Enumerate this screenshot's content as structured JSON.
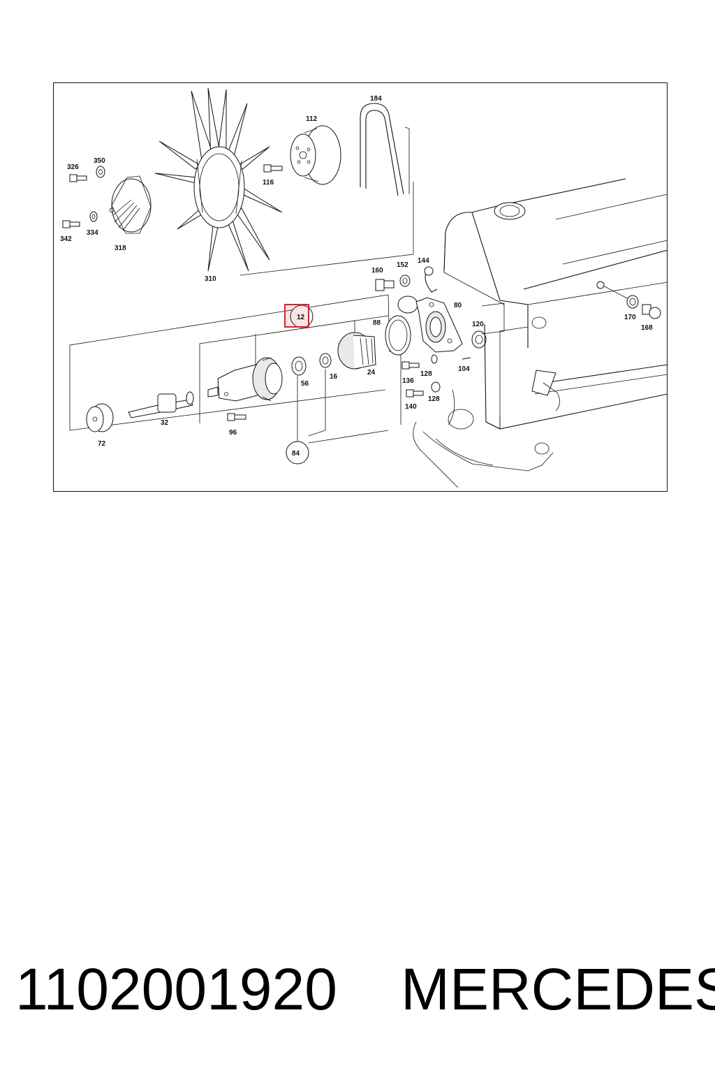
{
  "diagram": {
    "callouts": {
      "c184": "184",
      "c112": "112",
      "c326": "326",
      "c350": "350",
      "c116": "116",
      "c342": "342",
      "c334": "334",
      "c318": "318",
      "c310": "310",
      "c160": "160",
      "c152": "152",
      "c144": "144",
      "c80": "80",
      "c88": "88",
      "c12": "12",
      "c120": "120",
      "c170": "170",
      "c168": "168",
      "c56": "56",
      "c16": "16",
      "c24": "24",
      "c128a": "128",
      "c136": "136",
      "c104": "104",
      "c140": "140",
      "c128b": "128",
      "c32": "32",
      "c72": "72",
      "c96": "96",
      "c84": "84"
    },
    "highlighted_callout": "12",
    "highlight_color": "#e0202a"
  },
  "caption": {
    "part_number": "1102001920",
    "brand": "MERCEDES"
  }
}
